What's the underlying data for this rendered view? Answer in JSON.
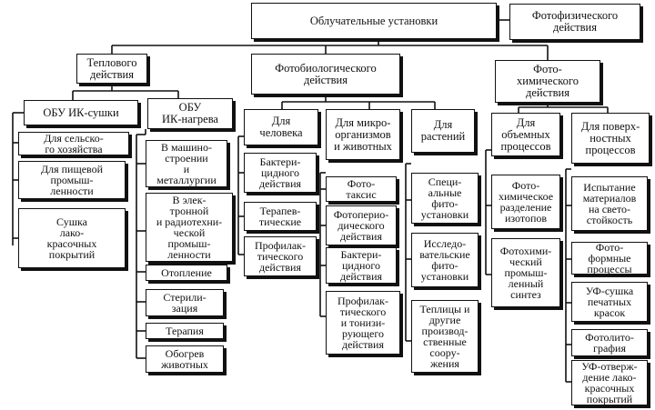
{
  "diagram": {
    "root": "Облучательные установки",
    "photophysical": "Фотофизического\nдействия",
    "thermal": {
      "label": "Теплового\nдействия",
      "ir_drying": {
        "label": "ОБУ ИК-сушки",
        "items": [
          "Для сельско-\nго хозяйства",
          "Для пищевой\nпромыш-\nленности",
          "Сушка\nлако-\nкрасочных\nпокрытий"
        ]
      },
      "ir_heating": {
        "label": "ОБУ\nИК-нагрева",
        "items": [
          "В машино-\nстроении\nи\nметаллургии",
          "В элек-\nтронной\nи радиотехни-\nческой\nпромыш-\nленности",
          "Отопление",
          "Стерили-\nзация",
          "Терапия",
          "Обогрев\nживотных"
        ]
      }
    },
    "photobiological": {
      "label": "Фотобиологического\nдействия",
      "human": {
        "label": "Для\nчеловека",
        "items": [
          "Бактери-\nцидного\nдействия",
          "Терапев-\nтические",
          "Профилак-\nтического\nдействия"
        ]
      },
      "microorganisms": {
        "label": "Для микро-\nорганизмов\nи животных",
        "items": [
          "Фото-\nтаксис",
          "Фотоперио-\nдического\nдействия",
          "Бактери-\nцидного\nдействия",
          "Профилак-\nтического\nи тонизи-\nрующего\nдействия"
        ]
      },
      "plants": {
        "label": "Для\nрастений",
        "items": [
          "Специ-\nальные\nфито-\nустановки",
          "Исследо-\nвательские\nфито-\nустановки",
          "Теплицы и\nдругие\nпроизвод-\nственные\nсоору-\nжения"
        ]
      }
    },
    "photochemical": {
      "label": "Фото-\nхимического\nдействия",
      "volume": {
        "label": "Для\nобъемных\nпроцессов",
        "items": [
          "Фото-\nхимическое\nразделение\nизотопов",
          "Фотохими-\nческий\nпромыш-\nленный\nсинтез"
        ]
      },
      "surface": {
        "label": "Для поверх-\nностных\nпроцессов",
        "items": [
          "Испытание\nматериалов\nна свето-\nстойкость",
          "Фото-\nформные\nпроцессы",
          "УФ-сушка\nпечатных\nкрасок",
          "Фотолито-\nграфия",
          "УФ-отверж-\nдение лако-\nкрасочных\nпокрытий"
        ]
      }
    }
  }
}
